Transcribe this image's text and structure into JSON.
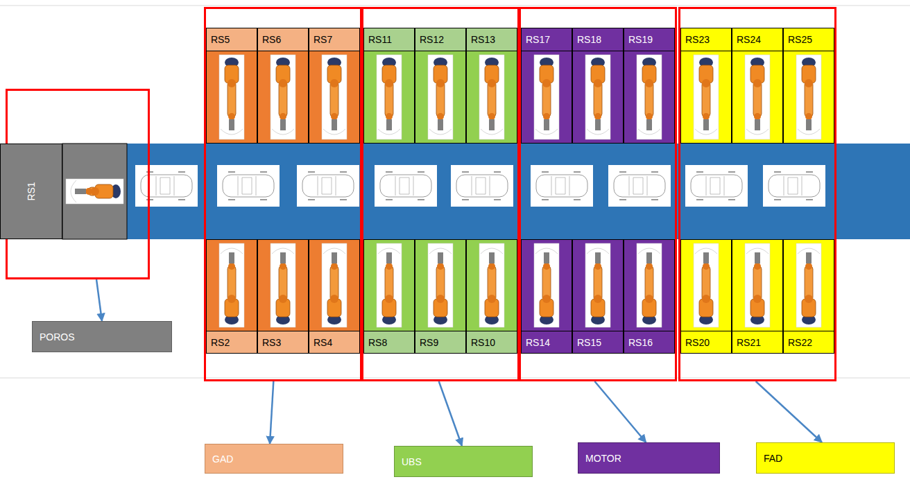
{
  "diagram": {
    "nodes": [
      {
        "text": []
      },
      {
        "text": [
          "RS1"
        ],
        "in": 0
      },
      {
        "text": []
      },
      {
        "text": [
          "RS5"
        ],
        "in": 2
      },
      {
        "text": [
          "RS6"
        ],
        "in": 2
      },
      {
        "text": [
          "RS7"
        ],
        "in": 2
      },
      {
        "text": [
          "RS2"
        ],
        "in": 2
      },
      {
        "text": [
          "RS3"
        ],
        "in": 2
      },
      {
        "text": [
          "RS4"
        ],
        "in": 2
      },
      {
        "text": []
      },
      {
        "text": [
          "RS11"
        ],
        "in": 9
      },
      {
        "text": [
          "RS12"
        ],
        "in": 9
      },
      {
        "text": [
          "RS13"
        ],
        "in": 9
      },
      {
        "text": [
          "RS8"
        ],
        "in": 9
      },
      {
        "text": [
          "RS9"
        ],
        "in": 9
      },
      {
        "text": [
          "RS10"
        ],
        "in": 9
      },
      {
        "text": []
      },
      {
        "text": [
          "RS17"
        ],
        "in": 16
      },
      {
        "text": [
          "RS18"
        ],
        "in": 16
      },
      {
        "text": [
          "RS19"
        ],
        "in": 16
      },
      {
        "text": [
          "RS14"
        ],
        "in": 16
      },
      {
        "text": [
          "RS15"
        ],
        "in": 16
      },
      {
        "text": [
          "RS16"
        ],
        "in": 16
      },
      {
        "text": []
      },
      {
        "text": [
          "RS23"
        ],
        "in": 23
      },
      {
        "text": [
          "RS24"
        ],
        "in": 23
      },
      {
        "text": [
          "RS25"
        ],
        "in": 23
      },
      {
        "text": [
          "RS20"
        ],
        "in": 23
      },
      {
        "text": [
          "RS21"
        ],
        "in": 23
      },
      {
        "text": [
          "RS22"
        ],
        "in": 23
      },
      {
        "text": [
          "POROS"
        ]
      },
      {
        "text": [
          "GAD"
        ]
      },
      {
        "text": [
          "UBS"
        ]
      },
      {
        "text": [
          "MOTOR"
        ]
      },
      {
        "text": [
          "FAD"
        ]
      }
    ],
    "edges": [
      {
        "from": 0,
        "to": 30,
        "arrow": "to"
      },
      {
        "from": 2,
        "to": 31,
        "arrow": "to"
      },
      {
        "from": 9,
        "to": 32,
        "arrow": "to"
      },
      {
        "from": 16,
        "to": 33,
        "arrow": "to"
      },
      {
        "from": 23,
        "to": 34,
        "arrow": "to"
      }
    ]
  }
}
